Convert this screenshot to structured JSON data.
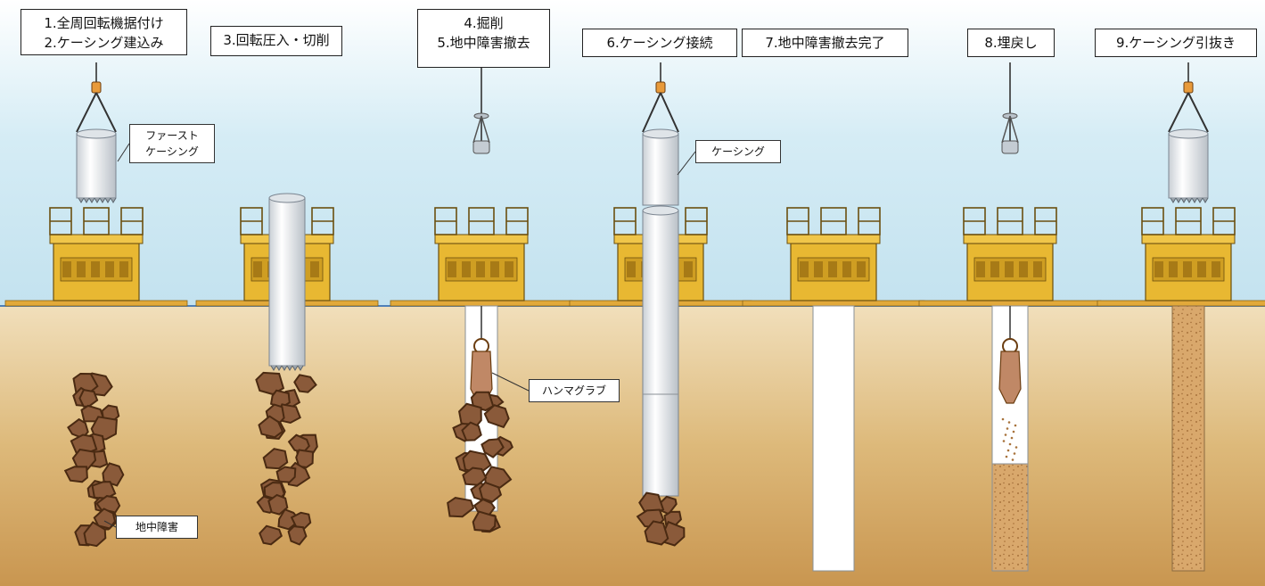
{
  "steps": [
    {
      "lines": [
        "1.全周回転機据付け",
        "2.ケーシング建込み"
      ]
    },
    {
      "lines": [
        "3.回転圧入・切削"
      ]
    },
    {
      "lines": [
        "4.掘削",
        "5.地中障害撤去"
      ]
    },
    {
      "lines": [
        "6.ケーシング接続"
      ]
    },
    {
      "lines": [
        "7.地中障害撤去完了"
      ]
    },
    {
      "lines": [
        "8.埋戻し"
      ]
    },
    {
      "lines": [
        "9.ケーシング引抜き"
      ]
    }
  ],
  "callouts": {
    "first_casing": [
      "ファースト",
      "ケーシング"
    ],
    "casing": [
      "ケーシング"
    ],
    "hammer_grab": [
      "ハンマグラブ"
    ],
    "obstacle": [
      "地中障害"
    ]
  },
  "colors": {
    "sky": "#c9e6f2",
    "ground_top": "#e9d3a6",
    "ground_bottom": "#c99a52",
    "ground_line": "#4f7fb8",
    "machine": "#e8b832",
    "casing": "#e6eaee",
    "rock": "#8a5a3a",
    "backfill": "#d9a56a"
  },
  "icons": [
    "hook-icon",
    "bucket-icon"
  ]
}
